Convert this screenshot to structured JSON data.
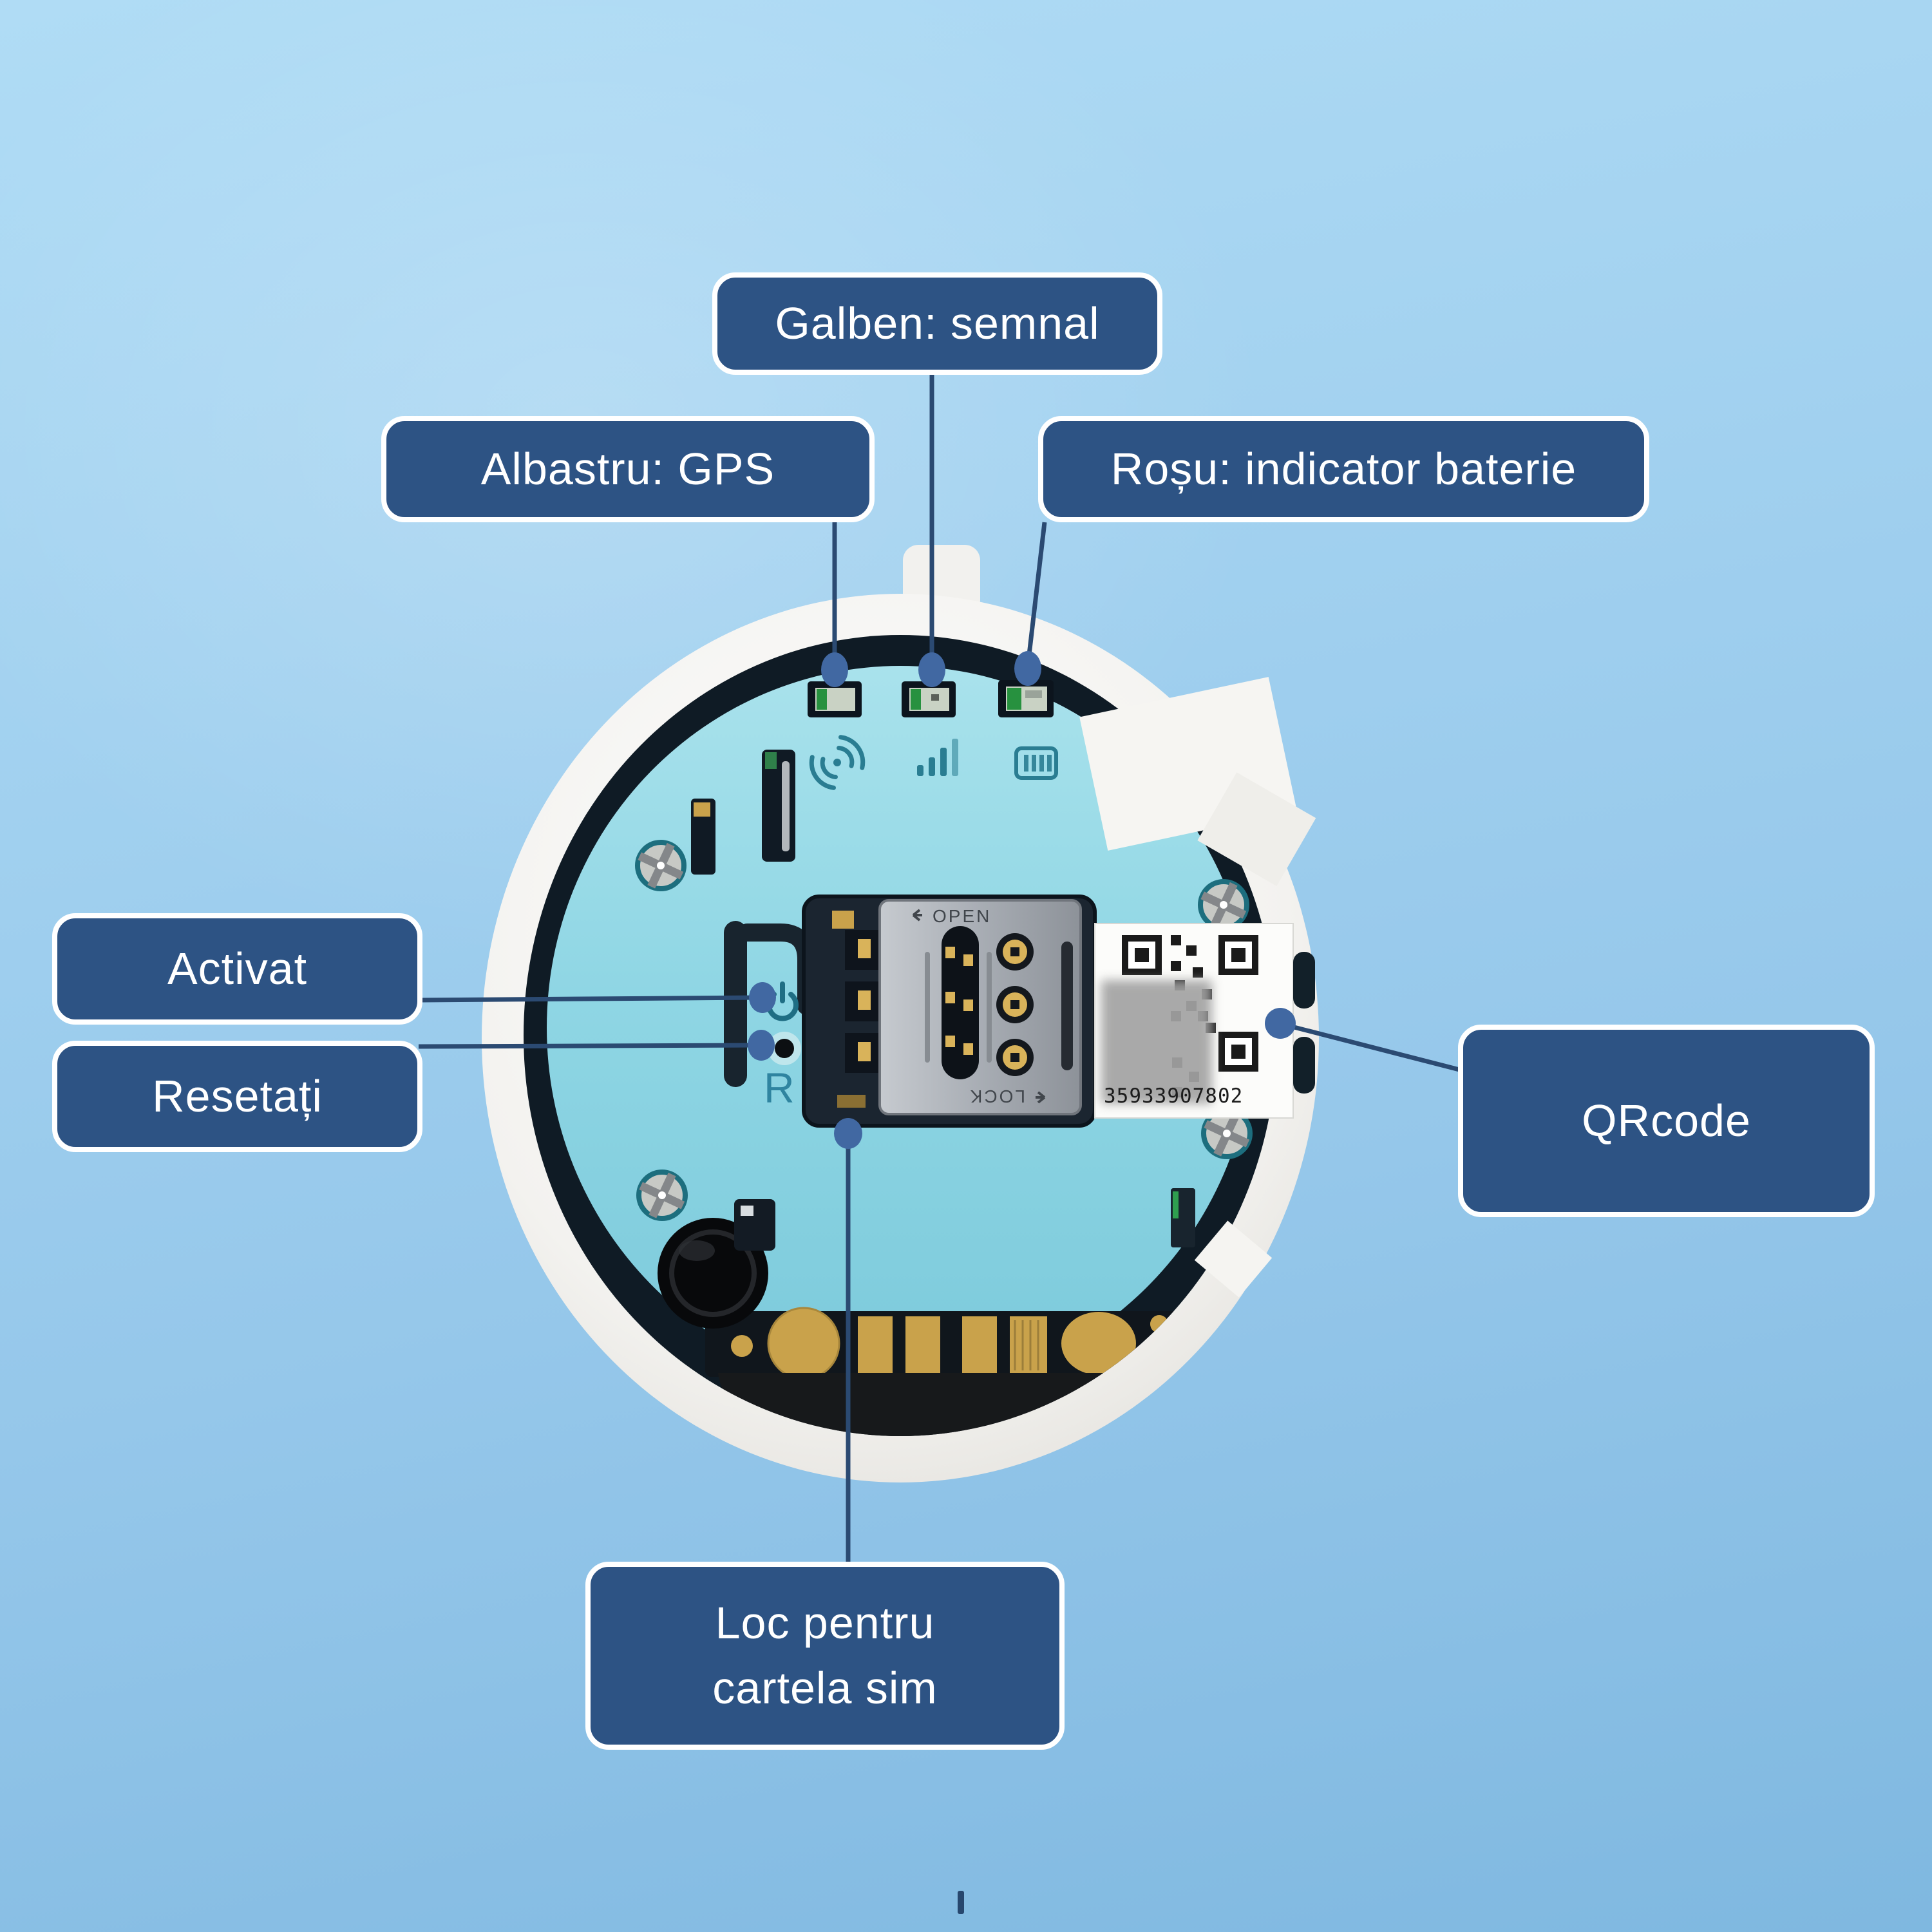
{
  "title": "GPS tracker back cover annotated diagram",
  "labels": {
    "signal": "Galben: semnal",
    "gps": "Albastru: GPS",
    "battery": "Roșu: indicator baterie",
    "power": "Activat",
    "reset": "Resetați",
    "qrcode": "QRcode",
    "sim_line1": "Loc pentru",
    "sim_line2": "cartela sim"
  },
  "device": {
    "sim_tray_open": "OPEN",
    "sim_tray_lock": "LOCK",
    "reset_letter": "R",
    "qr_number": "35933907802"
  },
  "icons": [
    "gps-antenna-icon",
    "signal-bars-icon",
    "battery-icon",
    "power-icon",
    "reset-button",
    "led-window",
    "screw-icon",
    "qr-code"
  ],
  "colors": {
    "background_top": "#b0dcf5",
    "background_bottom": "#7fb8e0",
    "callout_bg": "#2d5384",
    "callout_border": "#ffffff",
    "callout_text": "#ffffff",
    "connector_line": "#2b4a72",
    "connector_dot": "#4168a2",
    "case_white": "#f5f4f1",
    "inner_ring": "#0f1b25",
    "plate_teal": "#8fd6e4",
    "plate_icons": "#2a7d92",
    "gold_pads": "#c9a24b",
    "sim_metal": "#aab0b6",
    "led_green": "#2f9e4f"
  }
}
